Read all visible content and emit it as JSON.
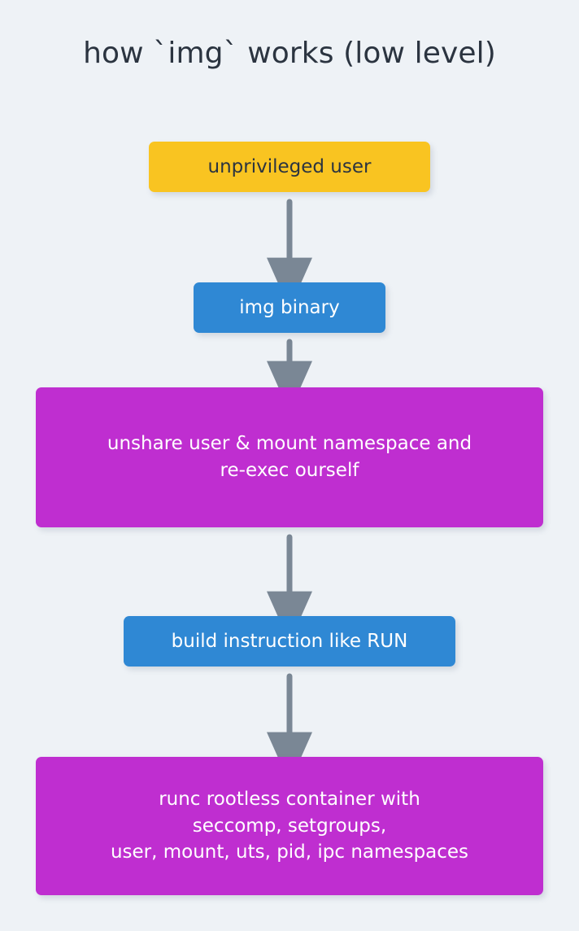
{
  "page": {
    "title": "how `img` works (low level)",
    "background_color": "#eef2f6",
    "title_color": "#2b3440"
  },
  "palette": {
    "yellow": "#f9c421",
    "blue": "#2f88d4",
    "purple": "#bf2ed0",
    "arrow_gray": "#7a8795",
    "text_dark": "#2b3440",
    "text_light": "#ffffff"
  },
  "diagram": {
    "type": "flowchart",
    "direction": "top-to-bottom",
    "nodes": [
      {
        "id": "unprivileged-user",
        "label": "unprivileged user",
        "color": "#f9c421",
        "text_color": "#2b3440"
      },
      {
        "id": "img-binary",
        "label": "img binary",
        "color": "#2f88d4",
        "text_color": "#ffffff"
      },
      {
        "id": "unshare",
        "label": "unshare user & mount namespace and\nre-exec ourself",
        "color": "#bf2ed0",
        "text_color": "#ffffff"
      },
      {
        "id": "build-instruction",
        "label": "build instruction like RUN",
        "color": "#2f88d4",
        "text_color": "#ffffff"
      },
      {
        "id": "runc-rootless",
        "label": "runc rootless container with\nseccomp, setgroups,\nuser, mount, uts, pid, ipc namespaces",
        "color": "#bf2ed0",
        "text_color": "#ffffff"
      }
    ],
    "edges": [
      {
        "id": "edge-1",
        "from": "unprivileged-user",
        "to": "img-binary"
      },
      {
        "id": "edge-2",
        "from": "img-binary",
        "to": "unshare"
      },
      {
        "id": "edge-3",
        "from": "unshare",
        "to": "build-instruction"
      },
      {
        "id": "edge-4",
        "from": "build-instruction",
        "to": "runc-rootless"
      }
    ]
  }
}
